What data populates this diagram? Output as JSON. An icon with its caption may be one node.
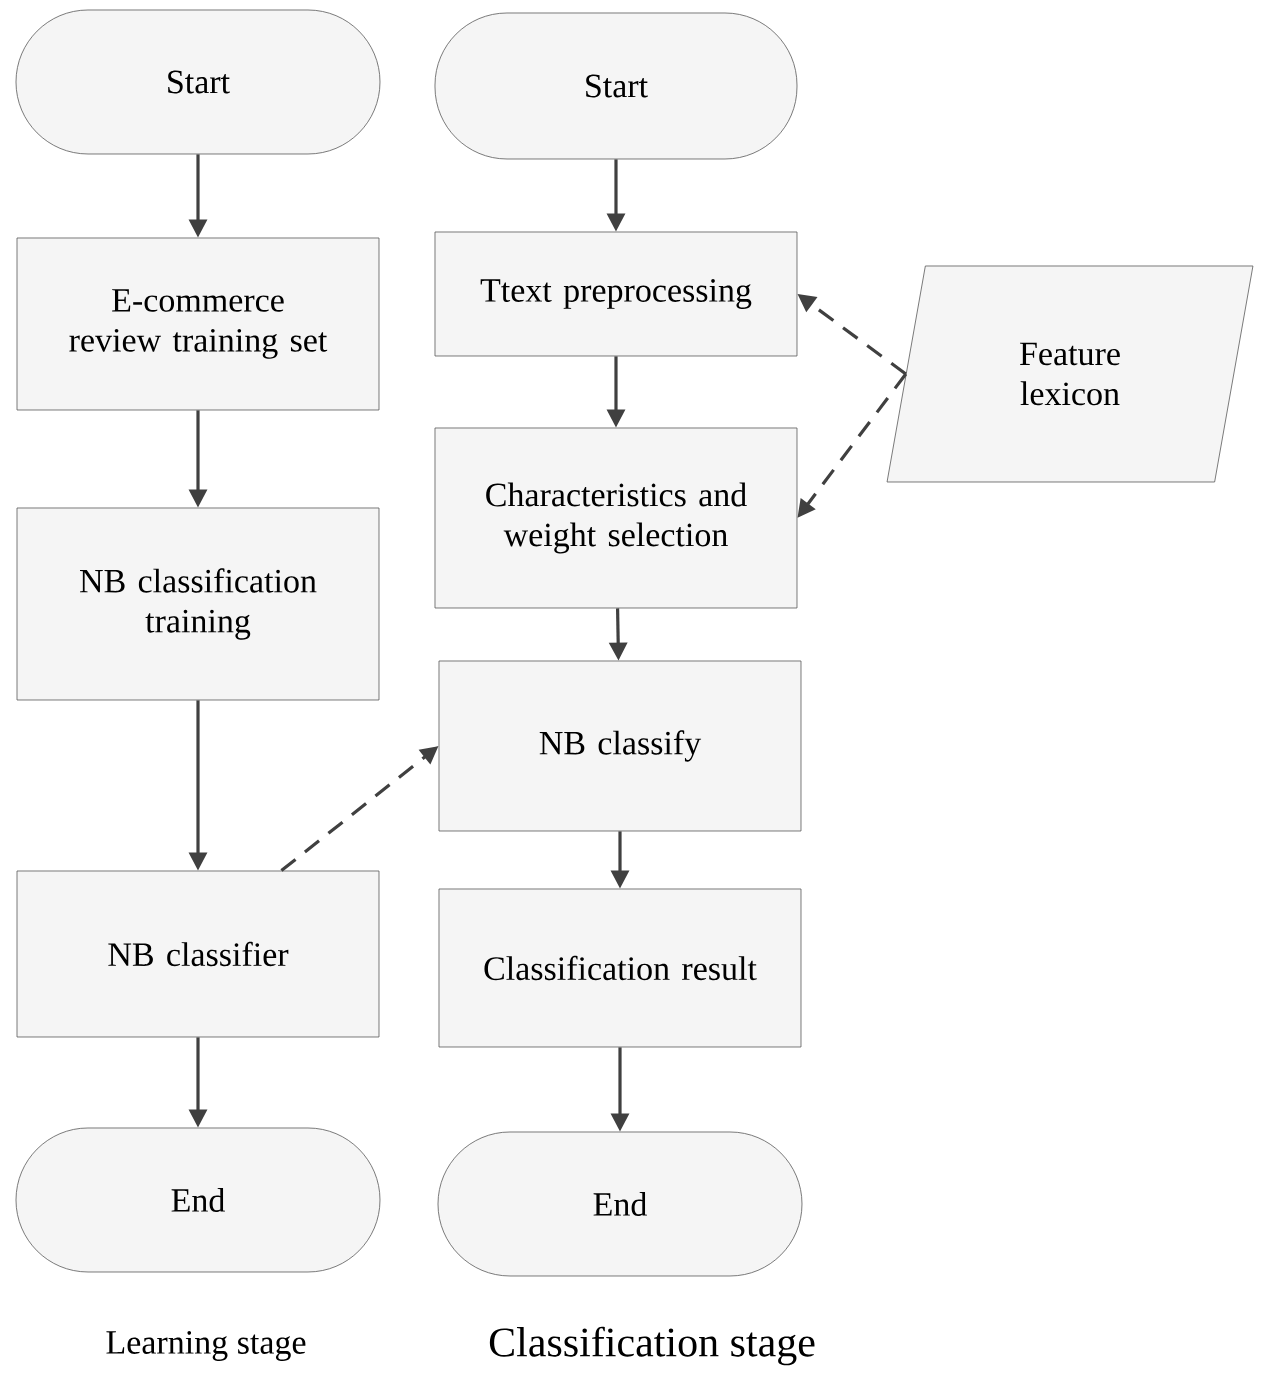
{
  "diagram": {
    "nodes": [
      {
        "text": [
          "Start"
        ]
      },
      {
        "text": [
          "E-commerce review training set"
        ]
      },
      {
        "text": [
          "NB classification training"
        ]
      },
      {
        "text": [
          "NB classifier"
        ]
      },
      {
        "text": [
          "End"
        ]
      },
      {
        "text": [
          "Start"
        ]
      },
      {
        "text": [
          "Ttext preprocessing"
        ]
      },
      {
        "text": [
          "Characteristics and weight selection"
        ]
      },
      {
        "text": [
          "Feature lexicon"
        ]
      },
      {
        "text": [
          "NB classify"
        ]
      },
      {
        "text": [
          "Classification result"
        ]
      },
      {
        "text": [
          "End"
        ]
      }
    ],
    "edges": [
      {
        "from": 0,
        "to": 1,
        "arrow": "to"
      },
      {
        "from": 1,
        "to": 2,
        "arrow": "to"
      },
      {
        "from": 2,
        "to": 3,
        "arrow": "to"
      },
      {
        "from": 3,
        "to": 4,
        "arrow": "to"
      },
      {
        "from": 5,
        "to": 6,
        "arrow": "to"
      },
      {
        "from": 6,
        "to": 7,
        "arrow": "to"
      },
      {
        "from": 7,
        "to": 9,
        "arrow": "to"
      },
      {
        "from": 9,
        "to": 10,
        "arrow": "to"
      },
      {
        "from": 10,
        "to": 11,
        "arrow": "to"
      },
      {
        "from": 8,
        "to": 6,
        "arrow": "to",
        "style": "dashed"
      },
      {
        "from": 8,
        "to": 7,
        "arrow": "to",
        "style": "dashed"
      },
      {
        "from": 3,
        "to": 9,
        "arrow": "to",
        "style": "dashed"
      }
    ],
    "labels": [
      "Learning stage",
      "Classification stage"
    ]
  }
}
